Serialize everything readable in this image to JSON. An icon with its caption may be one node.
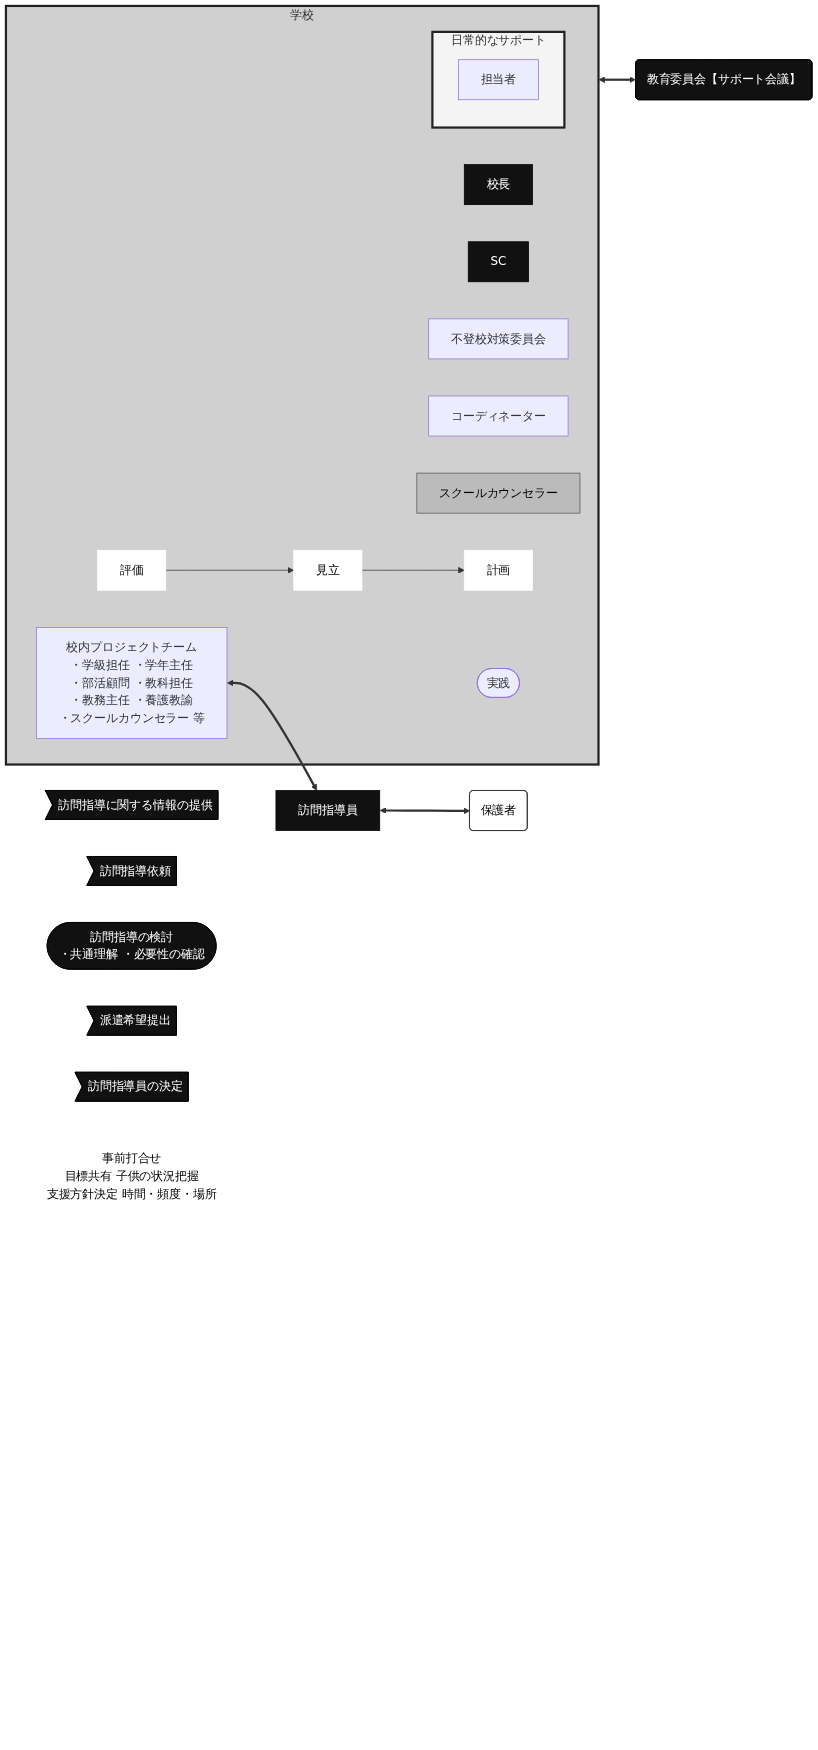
{
  "diagram": {
    "nodes": [
      {
        "text": [
          "学校"
        ]
      },
      {
        "text": [
          "校長"
        ],
        "in": 0
      },
      {
        "text": [
          "SC"
        ],
        "in": 0
      },
      {
        "text": [
          "不登校対策委員会"
        ],
        "in": 0
      },
      {
        "text": [
          "コーディネーター"
        ],
        "in": 0
      },
      {
        "text": [
          "スクールカウンセラー"
        ],
        "in": 0
      },
      {
        "text": [
          "見立"
        ],
        "in": 0
      },
      {
        "text": [
          "計画"
        ],
        "in": 0
      },
      {
        "text": [
          "実践"
        ],
        "in": 0
      },
      {
        "text": [
          "評価"
        ],
        "in": 0
      },
      {
        "text": [
          "校内プロジェクトチーム",
          "・学級担任 ・学年主任",
          "・部活顧問 ・教科担任",
          "・教務主任 ・養護教諭",
          "・スクールカウンセラー 等"
        ],
        "in": 0
      },
      {
        "text": [
          "日常的なサポート"
        ],
        "in": 0
      },
      {
        "text": [
          "担当者"
        ],
        "in": 11
      },
      {
        "text": [
          "訪問指導に関する情報の提供"
        ]
      },
      {
        "text": [
          "訪問指導依頼"
        ]
      },
      {
        "text": [
          "訪問指導の検討",
          "・共通理解 ・必要性の確認"
        ]
      },
      {
        "text": [
          "派遣希望提出"
        ]
      },
      {
        "text": [
          "教育委員会【サポート会議】"
        ]
      },
      {
        "text": [
          "訪問指導員の決定"
        ]
      },
      {
        "text": [
          "訪問指導員"
        ]
      },
      {
        "text": [
          "保護者"
        ]
      },
      {
        "text": [
          "事前打合せ",
          "目標共有 子供の状況把握",
          "支援方針決定 時間・頻度・場所"
        ]
      }
    ],
    "edges": [
      {
        "from": 6,
        "to": 7,
        "arrow": "to"
      },
      {
        "from": 9,
        "to": 6,
        "arrow": "to"
      },
      {
        "from": 0,
        "to": 17,
        "arrow": "both"
      },
      {
        "from": 10,
        "to": 19,
        "arrow": "both"
      },
      {
        "from": 19,
        "to": 20,
        "arrow": "both"
      }
    ]
  }
}
